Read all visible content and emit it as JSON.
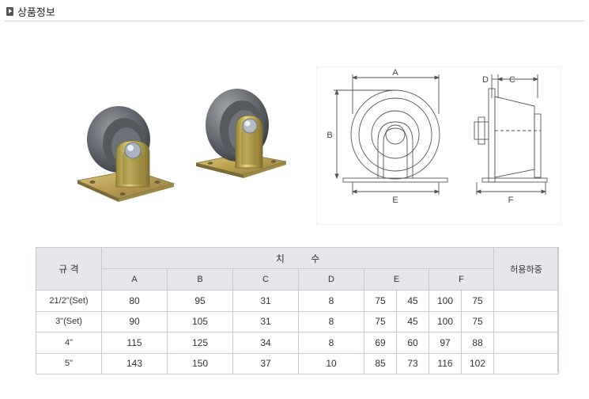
{
  "header": {
    "title": "상품정보"
  },
  "drawing_labels": {
    "a": "A",
    "b": "B",
    "c": "C",
    "d": "D",
    "e": "E",
    "f": "F"
  },
  "table": {
    "col_spec": "규 격",
    "col_dims": "치          수",
    "col_load": "허용하중",
    "sub": [
      "A",
      "B",
      "C",
      "D",
      "E",
      "F"
    ],
    "rows": [
      [
        "21/2\"(Set)",
        "80",
        "95",
        "31",
        "8",
        "75",
        "45",
        "100",
        "75",
        ""
      ],
      [
        "3\"(Set)",
        "90",
        "105",
        "31",
        "8",
        "75",
        "45",
        "100",
        "75",
        ""
      ],
      [
        "4\"",
        "115",
        "125",
        "34",
        "8",
        "69",
        "60",
        "97",
        "88",
        ""
      ],
      [
        "5\"",
        "143",
        "150",
        "37",
        "10",
        "85",
        "73",
        "116",
        "102",
        ""
      ]
    ]
  },
  "colors": {
    "header_bg": "#e4e6ea",
    "border": "#c8ccd2",
    "zinc": "#c9b25a",
    "wheel": "#5c6066"
  }
}
